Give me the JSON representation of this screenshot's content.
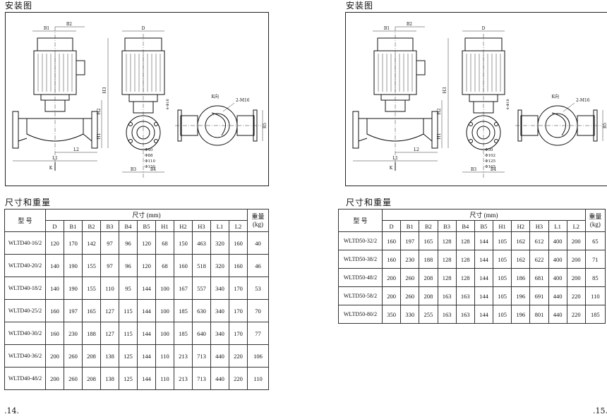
{
  "left": {
    "install_title": "安装图",
    "size_title": "尺寸和重量",
    "page_number": ".14.",
    "drawing": {
      "labels_front": [
        "B1",
        "B2",
        "H3",
        "H2",
        "H1",
        "L2",
        "L1",
        "K"
      ],
      "labels_side": [
        "D",
        "4-Φ18",
        "Φ40",
        "Φ88",
        "Φ110",
        "Φ150",
        "B3",
        "B4"
      ],
      "labels_top": [
        "K向",
        "2-M16",
        "B5"
      ]
    },
    "table": {
      "header_model": "型 号",
      "header_dims": "尺寸 (mm)",
      "header_weight": "重量\n(kg)",
      "columns": [
        "D",
        "B1",
        "B2",
        "B3",
        "B4",
        "B5",
        "H1",
        "H2",
        "H3",
        "L1",
        "L2"
      ],
      "rows": [
        {
          "model": "WLTD40-16/2",
          "values": [
            "120",
            "170",
            "142",
            "97",
            "96",
            "120",
            "68",
            "150",
            "463",
            "320",
            "160"
          ],
          "weight": "40"
        },
        {
          "model": "WLTD40-20/2",
          "values": [
            "140",
            "190",
            "155",
            "97",
            "96",
            "120",
            "68",
            "160",
            "518",
            "320",
            "160"
          ],
          "weight": "46"
        },
        {
          "model": "WLTD40-18/2",
          "values": [
            "140",
            "190",
            "155",
            "110",
            "95",
            "144",
            "100",
            "167",
            "557",
            "340",
            "170"
          ],
          "weight": "53"
        },
        {
          "model": "WLTD40-25/2",
          "values": [
            "160",
            "197",
            "165",
            "127",
            "115",
            "144",
            "100",
            "185",
            "630",
            "340",
            "170"
          ],
          "weight": "70"
        },
        {
          "model": "WLTD40-30/2",
          "values": [
            "160",
            "230",
            "188",
            "127",
            "115",
            "144",
            "100",
            "185",
            "640",
            "340",
            "170"
          ],
          "weight": "77"
        },
        {
          "model": "WLTD40-36/2",
          "values": [
            "200",
            "260",
            "208",
            "138",
            "125",
            "144",
            "110",
            "213",
            "713",
            "440",
            "220"
          ],
          "weight": "106"
        },
        {
          "model": "WLTD40-48/2",
          "values": [
            "200",
            "260",
            "208",
            "138",
            "125",
            "144",
            "110",
            "213",
            "713",
            "440",
            "220"
          ],
          "weight": "110"
        }
      ]
    }
  },
  "right": {
    "install_title": "安装图",
    "size_title": "尺寸和重量",
    "page_number": ".15.",
    "drawing": {
      "labels_front": [
        "B1",
        "B2",
        "H3",
        "H2",
        "H1",
        "L2",
        "L1",
        "K"
      ],
      "labels_side": [
        "D",
        "4-Φ18",
        "Φ50",
        "Φ102",
        "Φ125",
        "Φ165",
        "B3",
        "B4"
      ],
      "labels_top": [
        "K向",
        "2-M16",
        "B5"
      ]
    },
    "table": {
      "header_model": "型 号",
      "header_dims": "尺寸 (mm)",
      "header_weight": "重量\n(kg)",
      "columns": [
        "D",
        "B1",
        "B2",
        "B3",
        "B4",
        "B5",
        "H1",
        "H2",
        "H3",
        "L1",
        "L2"
      ],
      "rows": [
        {
          "model": "WLTD50-32/2",
          "values": [
            "160",
            "197",
            "165",
            "128",
            "128",
            "144",
            "105",
            "162",
            "612",
            "400",
            "200"
          ],
          "weight": "65"
        },
        {
          "model": "WLTD50-38/2",
          "values": [
            "160",
            "230",
            "188",
            "128",
            "128",
            "144",
            "105",
            "162",
            "622",
            "400",
            "200"
          ],
          "weight": "71"
        },
        {
          "model": "WLTD50-48/2",
          "values": [
            "200",
            "260",
            "208",
            "128",
            "128",
            "144",
            "105",
            "186",
            "681",
            "400",
            "200"
          ],
          "weight": "85"
        },
        {
          "model": "WLTD50-58/2",
          "values": [
            "200",
            "260",
            "208",
            "163",
            "163",
            "144",
            "105",
            "196",
            "691",
            "440",
            "220"
          ],
          "weight": "110"
        },
        {
          "model": "WLTD50-80/2",
          "values": [
            "350",
            "330",
            "255",
            "163",
            "163",
            "144",
            "105",
            "196",
            "801",
            "440",
            "220"
          ],
          "weight": "185"
        }
      ]
    }
  }
}
